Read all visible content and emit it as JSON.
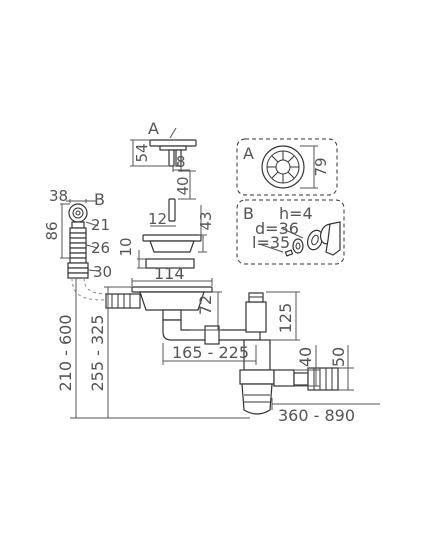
{
  "labels": {
    "a_top": "A",
    "a_box": "A",
    "b_box": "B",
    "b_left": "B"
  },
  "dimensions": {
    "d54": "54",
    "d8": "8",
    "d40": "40",
    "d12": "12",
    "d43": "43",
    "d10": "10",
    "d114": "114",
    "d72": "72",
    "d125": "125",
    "d165_225": "165 - 225",
    "d40b": "40",
    "d50": "50",
    "d360_890": "360 - 890",
    "d255_325": "255 - 325",
    "d210_600": "210 - 600",
    "d38": "38",
    "d86": "86",
    "d21": "21",
    "d26": "26",
    "d30": "30",
    "d79": "79"
  },
  "spec_b": {
    "h": "h=4",
    "d": "d=36",
    "l": "l=35"
  },
  "colors": {
    "line": "#333333",
    "text": "#555555"
  }
}
